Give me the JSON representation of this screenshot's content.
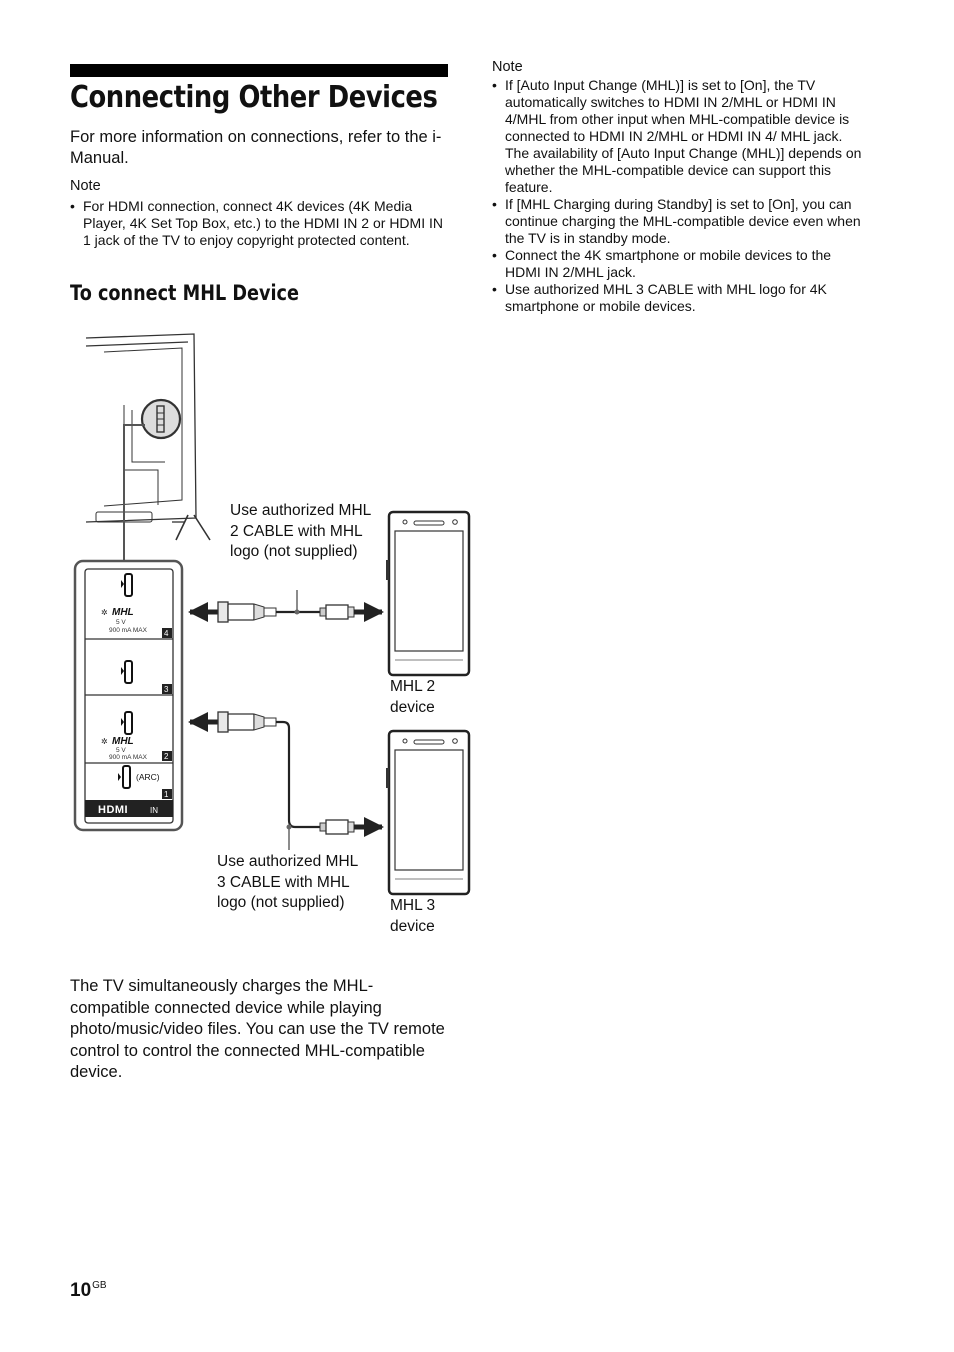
{
  "page": {
    "title": "Connecting Other Devices",
    "intro": "For more information on connections, refer to the i-Manual.",
    "note_label": "Note",
    "left_notes": [
      "For HDMI connection, connect 4K devices (4K Media Player, 4K Set Top Box, etc.) to the HDMI IN 2 or HDMI IN 1 jack of the TV to enjoy copyright protected content."
    ],
    "section_heading": "To connect MHL Device",
    "right_note_label": "Note",
    "right_notes": [
      "If [Auto Input Change (MHL)] is set to [On], the TV automatically switches to HDMI IN 2/MHL or HDMI IN 4/MHL from other input when MHL-compatible device is connected to HDMI IN 2/MHL or HDMI IN 4/ MHL jack. The availability of [Auto Input Change (MHL)] depends on whether the MHL-compatible device can support this feature.",
      "If [MHL Charging during Standby] is set to [On], you can continue charging the MHL-compatible device even when the TV is in standby mode.",
      "Connect the 4K smartphone or mobile devices to the HDMI IN 2/MHL jack.",
      "Use authorized MHL 3 CABLE with MHL logo for 4K smartphone or mobile devices."
    ],
    "body_text": "The TV simultaneously charges the MHL-compatible connected device while playing photo/music/video files. You can use the TV remote control to control the connected MHL-compatible device.",
    "page_number": "10",
    "page_suffix": "GB"
  },
  "diagram": {
    "cable_mhl2_caption": "Use authorized MHL 2 CABLE with MHL logo (not supplied)",
    "cable_mhl3_caption": "Use authorized MHL 3 CABLE with MHL logo (not supplied)",
    "device_mhl2_label": "MHL 2 device",
    "device_mhl3_label": "MHL 3 device",
    "port_numbers": [
      "4",
      "3",
      "2",
      "1"
    ],
    "mhl_logo_text": "MHL",
    "power_text": "5 V",
    "current_text": "900 mA MAX",
    "arc_text": "(ARC)",
    "hdmi_logo_text": "HDMI",
    "hdmi_in_text": "IN"
  }
}
